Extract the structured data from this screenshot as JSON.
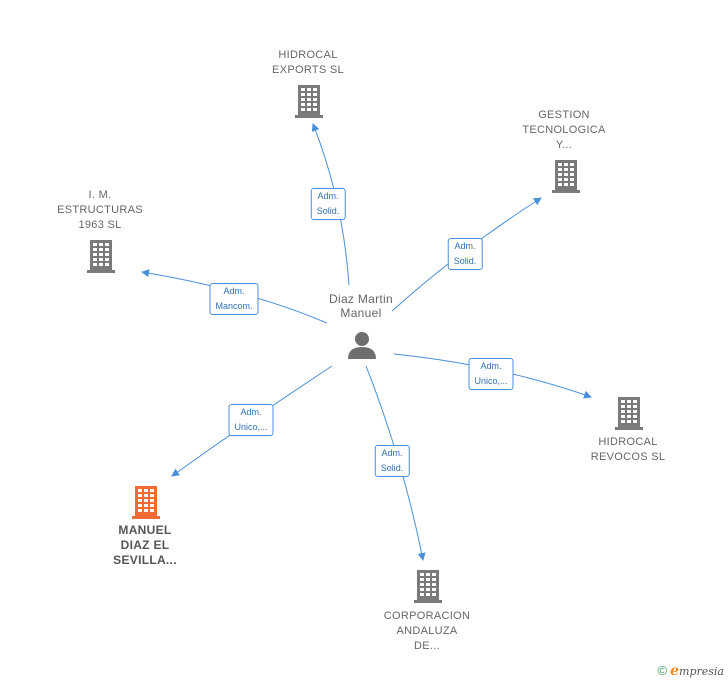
{
  "center": {
    "lines": [
      "Diaz Martin",
      "Manuel"
    ],
    "icon": "person-icon"
  },
  "nodes": [
    {
      "id": "hidrocal-exports",
      "lines": [
        "HIDROCAL",
        "EXPORTS  SL"
      ],
      "icon": "building-icon",
      "highlight": false
    },
    {
      "id": "gestion-tecnologica",
      "lines": [
        "GESTION",
        "TECNOLOGICA",
        "Y..."
      ],
      "icon": "building-icon",
      "highlight": false
    },
    {
      "id": "im-estructuras",
      "lines": [
        "I.  M.",
        "ESTRUCTURAS",
        "1963  SL"
      ],
      "icon": "building-icon",
      "highlight": false
    },
    {
      "id": "hidrocal-revocos",
      "lines": [
        "HIDROCAL",
        "REVOCOS SL"
      ],
      "icon": "building-icon",
      "highlight": false
    },
    {
      "id": "manuel-diaz",
      "lines": [
        "MANUEL",
        "DIAZ EL",
        "SEVILLA..."
      ],
      "icon": "building-icon",
      "highlight": true
    },
    {
      "id": "corporacion-andaluza",
      "lines": [
        "CORPORACION",
        "ANDALUZA",
        "DE..."
      ],
      "icon": "building-icon",
      "highlight": false
    }
  ],
  "edges": [
    {
      "to": "hidrocal-exports",
      "lines": [
        "Adm.",
        "Solid."
      ]
    },
    {
      "to": "gestion-tecnologica",
      "lines": [
        "Adm.",
        "Solid."
      ]
    },
    {
      "to": "im-estructuras",
      "lines": [
        "Adm.",
        "Mancom."
      ]
    },
    {
      "to": "hidrocal-revocos",
      "lines": [
        "Adm.",
        "Unico,..."
      ]
    },
    {
      "to": "manuel-diaz",
      "lines": [
        "Adm.",
        "Unico,..."
      ]
    },
    {
      "to": "corporacion-andaluza",
      "lines": [
        "Adm.",
        "Solid."
      ]
    }
  ],
  "colors": {
    "edge": "#4a90d9",
    "building": "#7a7a7a",
    "building_highlight": "#f06a35",
    "person": "#6e6e6e"
  },
  "footer": {
    "copyright": "©",
    "brand_initial": "e",
    "brand_rest": "mpresia"
  }
}
